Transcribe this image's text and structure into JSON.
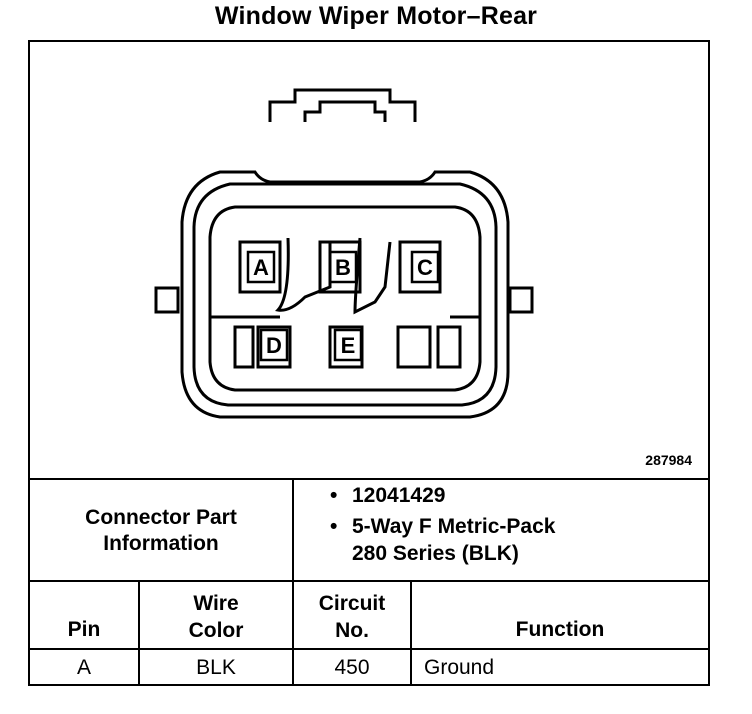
{
  "title": "Window Wiper Motor–Rear",
  "figure_id": "287984",
  "connector": {
    "pins": [
      "A",
      "B",
      "C",
      "D",
      "E"
    ]
  },
  "connector_info": {
    "label_line1": "Connector Part",
    "label_line2": "Information",
    "part_number": "12041429",
    "description_line1": "5-Way F Metric-Pack",
    "description_line2": "280 Series (BLK)"
  },
  "table": {
    "headers": {
      "pin": "Pin",
      "wire_color_line1": "Wire",
      "wire_color_line2": "Color",
      "circuit_line1": "Circuit",
      "circuit_line2": "No.",
      "function": "Function"
    },
    "rows": [
      {
        "pin": "A",
        "wire_color": "BLK",
        "circuit": "450",
        "function": "Ground"
      }
    ]
  }
}
